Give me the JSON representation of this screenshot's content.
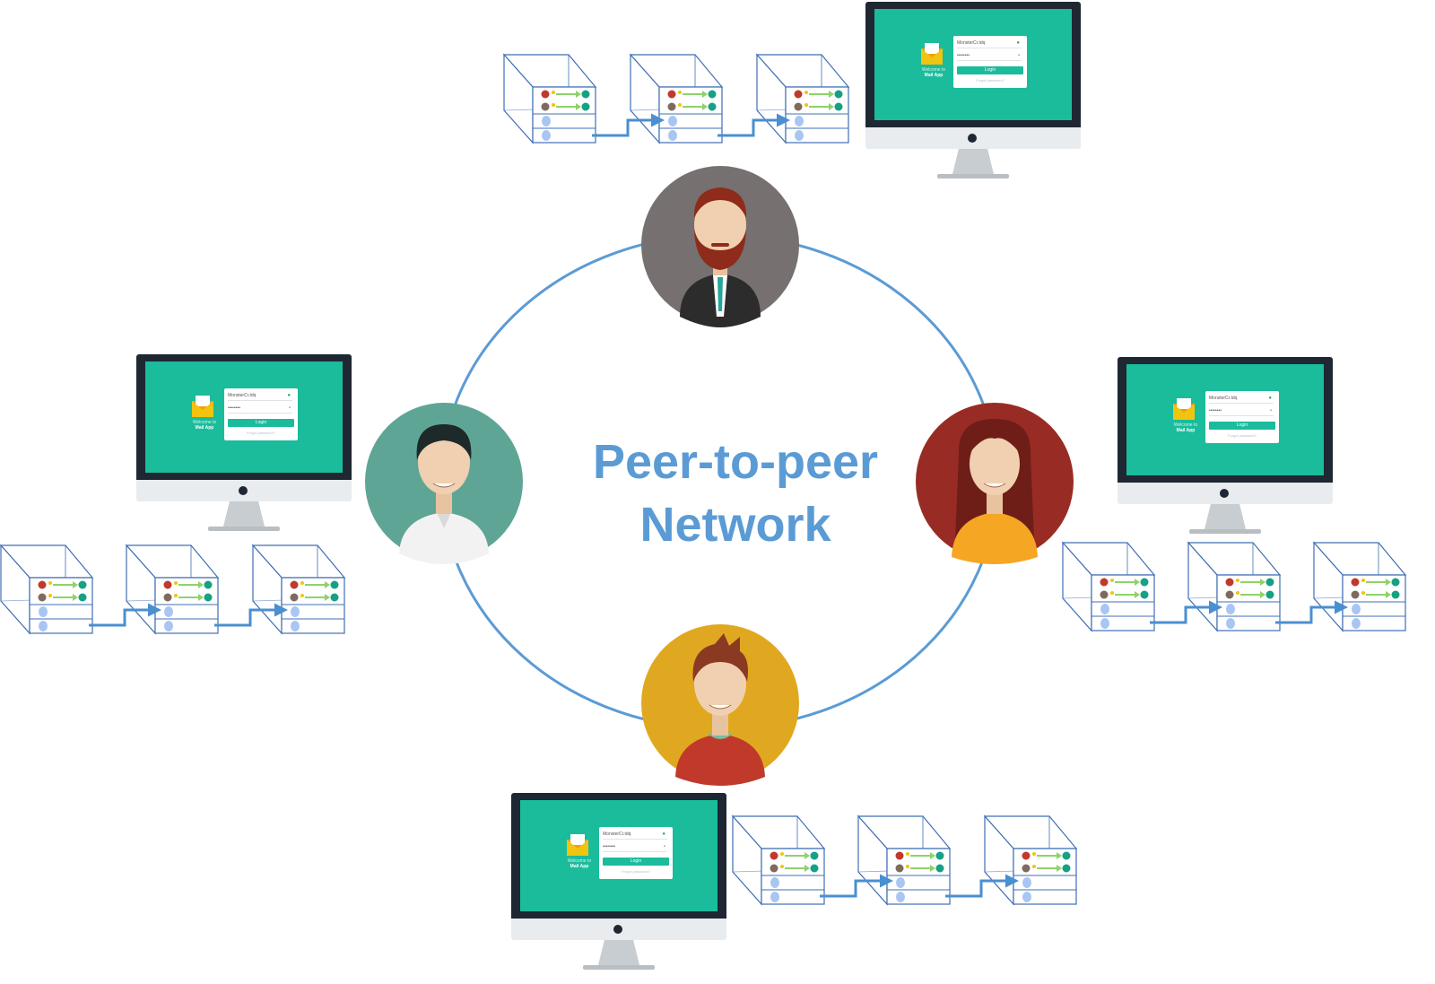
{
  "title": {
    "line1": "Peer-to-peer",
    "line2": "Network"
  },
  "login_screen": {
    "welcome": "Welcome to",
    "app_name": "Mail App",
    "username": "MonsterCr.tdq",
    "password": "••••••••",
    "login_label": "Login",
    "forgot_label": "Forgot password?"
  },
  "peers": [
    {
      "name": "peer-bearded-man",
      "bg": "#767070"
    },
    {
      "name": "peer-man-white-shirt",
      "bg": "#5fa596"
    },
    {
      "name": "peer-woman",
      "bg": "#982c24"
    },
    {
      "name": "peer-young-man",
      "bg": "#e0a820"
    }
  ],
  "colors": {
    "ring": "#5b9bd5",
    "chain_arrow": "#4a8fd0",
    "block_border": "#3f6fb5",
    "screen": "#1abc9c",
    "monitor_frame": "#1f2733"
  },
  "icons": [
    "person-avatar-icon",
    "arrow-right-icon",
    "fingerprint-icon",
    "envelope-icon",
    "lock-icon"
  ]
}
